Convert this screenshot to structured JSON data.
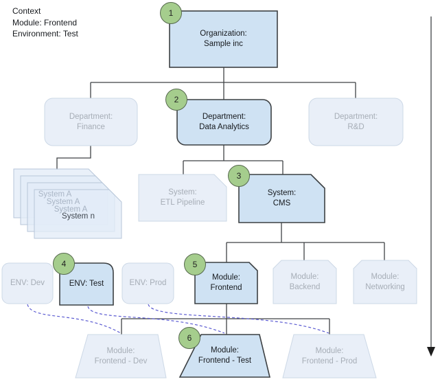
{
  "context": {
    "title": "Context",
    "module": "Module: Frontend",
    "environment": "Environment: Test"
  },
  "steps": {
    "s1": "1",
    "s2": "2",
    "s3": "3",
    "s4": "4",
    "s5": "5",
    "s6": "6"
  },
  "nodes": {
    "organization": {
      "line1": "Organization:",
      "line2": "Sample inc"
    },
    "dept_finance": {
      "line1": "Department:",
      "line2": "Finance"
    },
    "dept_data": {
      "line1": "Department:",
      "line2": "Data Analytics"
    },
    "dept_rd": {
      "line1": "Department:",
      "line2": "R&D"
    },
    "system_stack": {
      "items": [
        "System A",
        "System A",
        "System A",
        "System n"
      ]
    },
    "system_etl": {
      "line1": "System:",
      "line2": "ETL Pipeline"
    },
    "system_cms": {
      "line1": "System:",
      "line2": "CMS"
    },
    "env_dev": {
      "line1": "ENV: Dev"
    },
    "env_test": {
      "line1": "ENV: Test"
    },
    "env_prod": {
      "line1": "ENV: Prod"
    },
    "module_frontend": {
      "line1": "Module:",
      "line2": "Frontend"
    },
    "module_backend": {
      "line1": "Module:",
      "line2": "Backend"
    },
    "module_networking": {
      "line1": "Module:",
      "line2": "Networking"
    },
    "deploy_dev": {
      "line1": "Module:",
      "line2": "Frontend - Dev"
    },
    "deploy_test": {
      "line1": "Module:",
      "line2": "Frontend - Test"
    },
    "deploy_prod": {
      "line1": "Module:",
      "line2": "Frontend - Prod"
    }
  },
  "colors": {
    "active-fill": "#cfe2f3",
    "active-stroke": "#3c4043",
    "faded-fill": "#e9eff8",
    "faded-stroke": "#ccd8e6",
    "active-text": "#16191d",
    "faded-text": "#a6adb6",
    "step-fill": "#a5cd8d",
    "step-stroke": "#55684d",
    "connector": "#3f4245",
    "link-dashed": "#5a5ad1",
    "canvas-bg": "#ffffff"
  }
}
